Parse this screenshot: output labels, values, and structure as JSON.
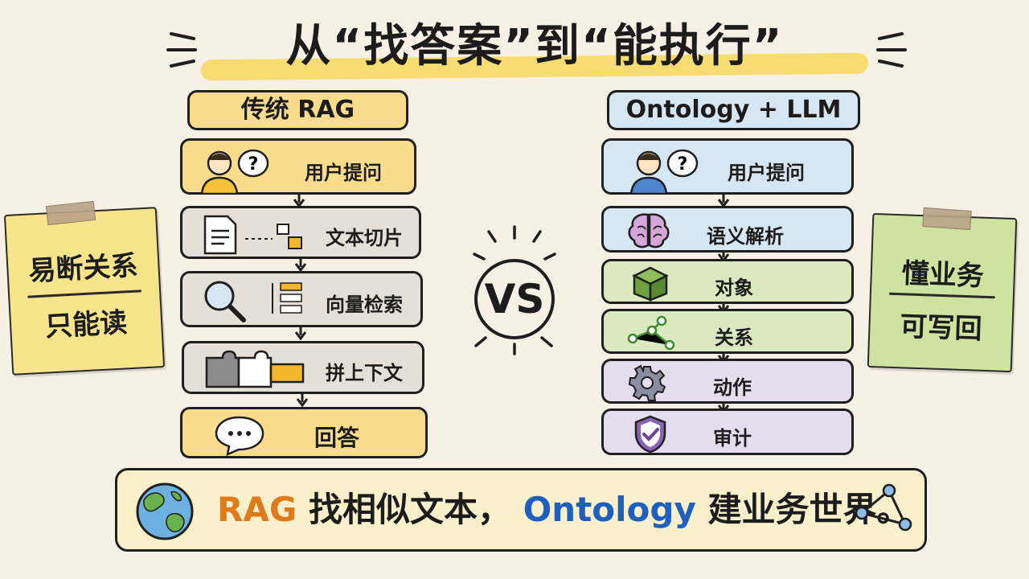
{
  "title": "从“找答案”到“能执行”",
  "left": {
    "header": "传统 RAG",
    "steps": [
      "用户提问",
      "文本切片",
      "向量检索",
      "拼上下文",
      "回答"
    ]
  },
  "right": {
    "header": "Ontology + LLM",
    "steps": [
      "用户提问",
      "语义解析",
      "对象",
      "关系",
      "动作",
      "审计"
    ]
  },
  "vs": "VS",
  "notes": {
    "left": {
      "line1": "易断关系",
      "line2": "只能读"
    },
    "right": {
      "line1": "懂业务",
      "line2": "可写回"
    }
  },
  "banner": {
    "rag": "RAG",
    "mid": "找相似文本，",
    "onto": "Ontology",
    "end": "建业务世界。"
  },
  "icons": {
    "left_steps": [
      "user-question-icon",
      "document-chunk-icon",
      "magnifier-icon",
      "puzzle-icon",
      "speech-bubble-icon"
    ],
    "right_steps": [
      "user-question-icon",
      "brain-icon",
      "cube-icon",
      "graph-icon",
      "gear-icon",
      "shield-check-icon"
    ],
    "banner": [
      "globe-icon",
      "triangle-graph-icon"
    ]
  },
  "colors": {
    "left_bg": "#f9dd8c",
    "right_bg": "#d7e6f3",
    "rag_text": "#e07b1c",
    "ontology_text": "#1f5fbf"
  }
}
